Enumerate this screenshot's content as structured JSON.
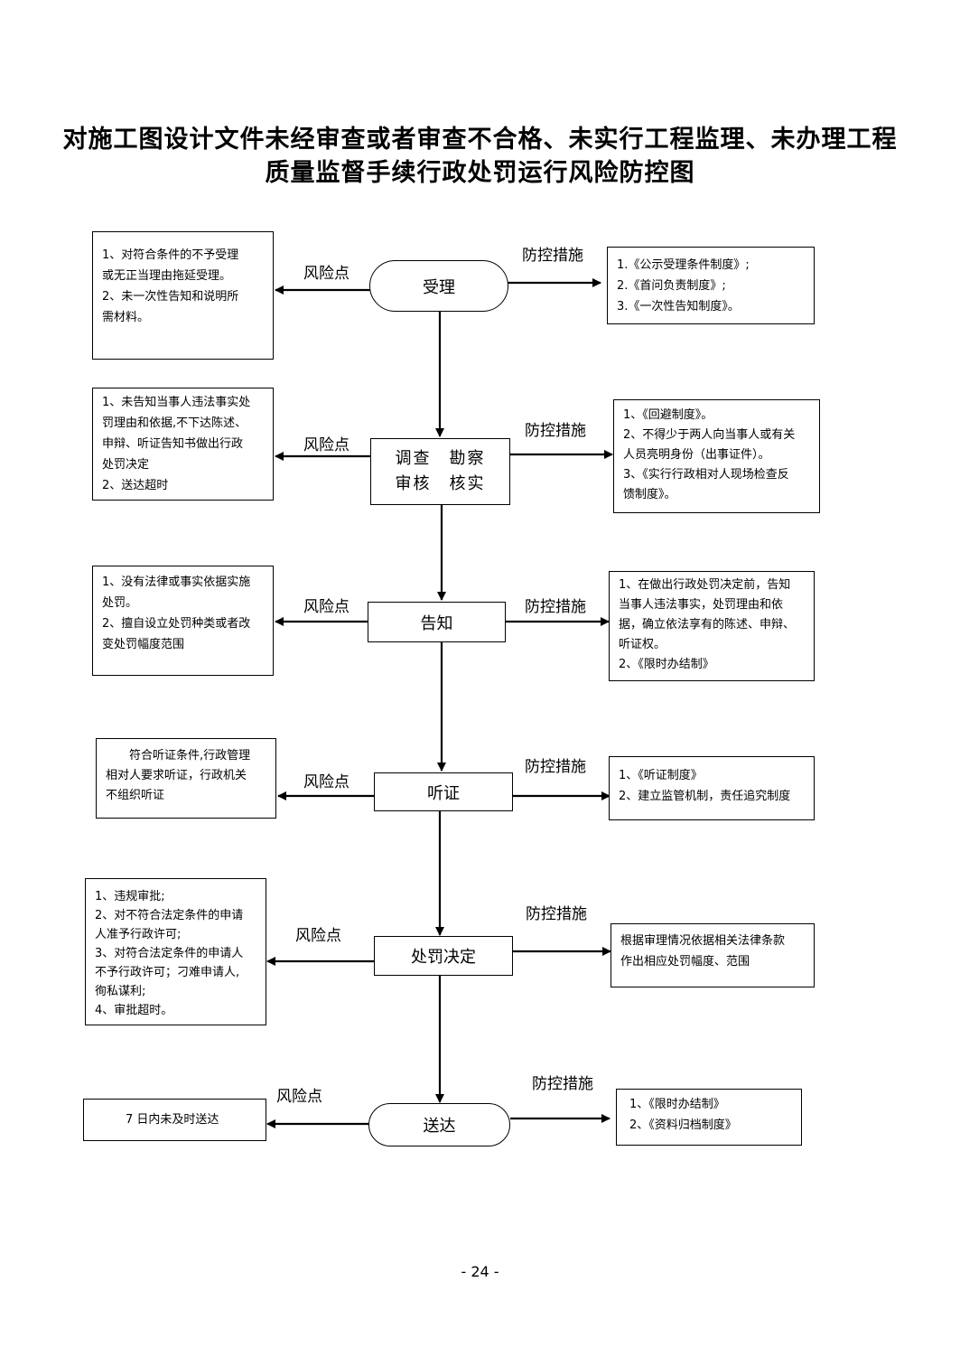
{
  "title": {
    "line1": "对施工图设计文件未经审查或者审查不合格、未实行工程监理、未办理工程",
    "line2": "质量监督手续行政处罚运行风险防控图"
  },
  "labels": {
    "risk": "风险点",
    "control": "防控措施"
  },
  "steps": [
    {
      "name": "受理",
      "lines": [
        "受理"
      ],
      "risks": [
        "1、对符合条件的不予受理",
        "或无正当理由拖延受理。",
        "2、未一次性告知和说明所",
        "需材料。"
      ],
      "measures": [
        "1.《公示受理条件制度》;",
        "2.《首问负责制度》;",
        "3.《一次性告知制度》。"
      ]
    },
    {
      "name": "调查勘察审核核实",
      "lines": [
        "调查　勘察",
        "审核　核实"
      ],
      "risks": [
        "1、未告知当事人违法事实处",
        "罚理由和依据,不下达陈述、",
        "申辩、听证告知书做出行政",
        "处罚决定",
        "2、送达超时"
      ],
      "measures": [
        "1、《回避制度》。",
        "2、不得少于两人向当事人或有关",
        "人员亮明身份（出事证件）。",
        "3、《实行行政相对人现场检查反",
        "馈制度》。"
      ]
    },
    {
      "name": "告知",
      "lines": [
        "告知"
      ],
      "risks": [
        "1、没有法律或事实依据实施",
        "处罚。",
        "2、擅自设立处罚种类或者改",
        "变处罚幅度范围"
      ],
      "measures": [
        "1、在做出行政处罚决定前，告知",
        "当事人违法事实，处罚理由和依",
        "据，确立依法享有的陈述、申辩、",
        "听证权。",
        "2、《限时办结制》"
      ]
    },
    {
      "name": "听证",
      "lines": [
        "听证"
      ],
      "risks": [
        "　　符合听证条件,行政管理",
        "相对人要求听证，行政机关",
        "不组织听证"
      ],
      "measures": [
        "1、《听证制度》",
        "2、建立监管机制，责任追究制度"
      ]
    },
    {
      "name": "处罚决定",
      "lines": [
        "处罚决定"
      ],
      "risks": [
        "1、违规审批;",
        "2、对不符合法定条件的申请",
        "人准予行政许可;",
        "3、对符合法定条件的申请人",
        "不予行政许可；刁难申请人,",
        "徇私谋利;",
        "4、审批超时。"
      ],
      "measures": [
        "根据审理情况依据相关法律条款",
        "作出相应处罚幅度、范围"
      ]
    },
    {
      "name": "送达",
      "lines": [
        "送达"
      ],
      "risks": [
        "7 日内未及时送达"
      ],
      "measures": [
        "1、《限时办结制》",
        "2、《资料归档制度》"
      ]
    }
  ],
  "page_number": "- 24 -"
}
